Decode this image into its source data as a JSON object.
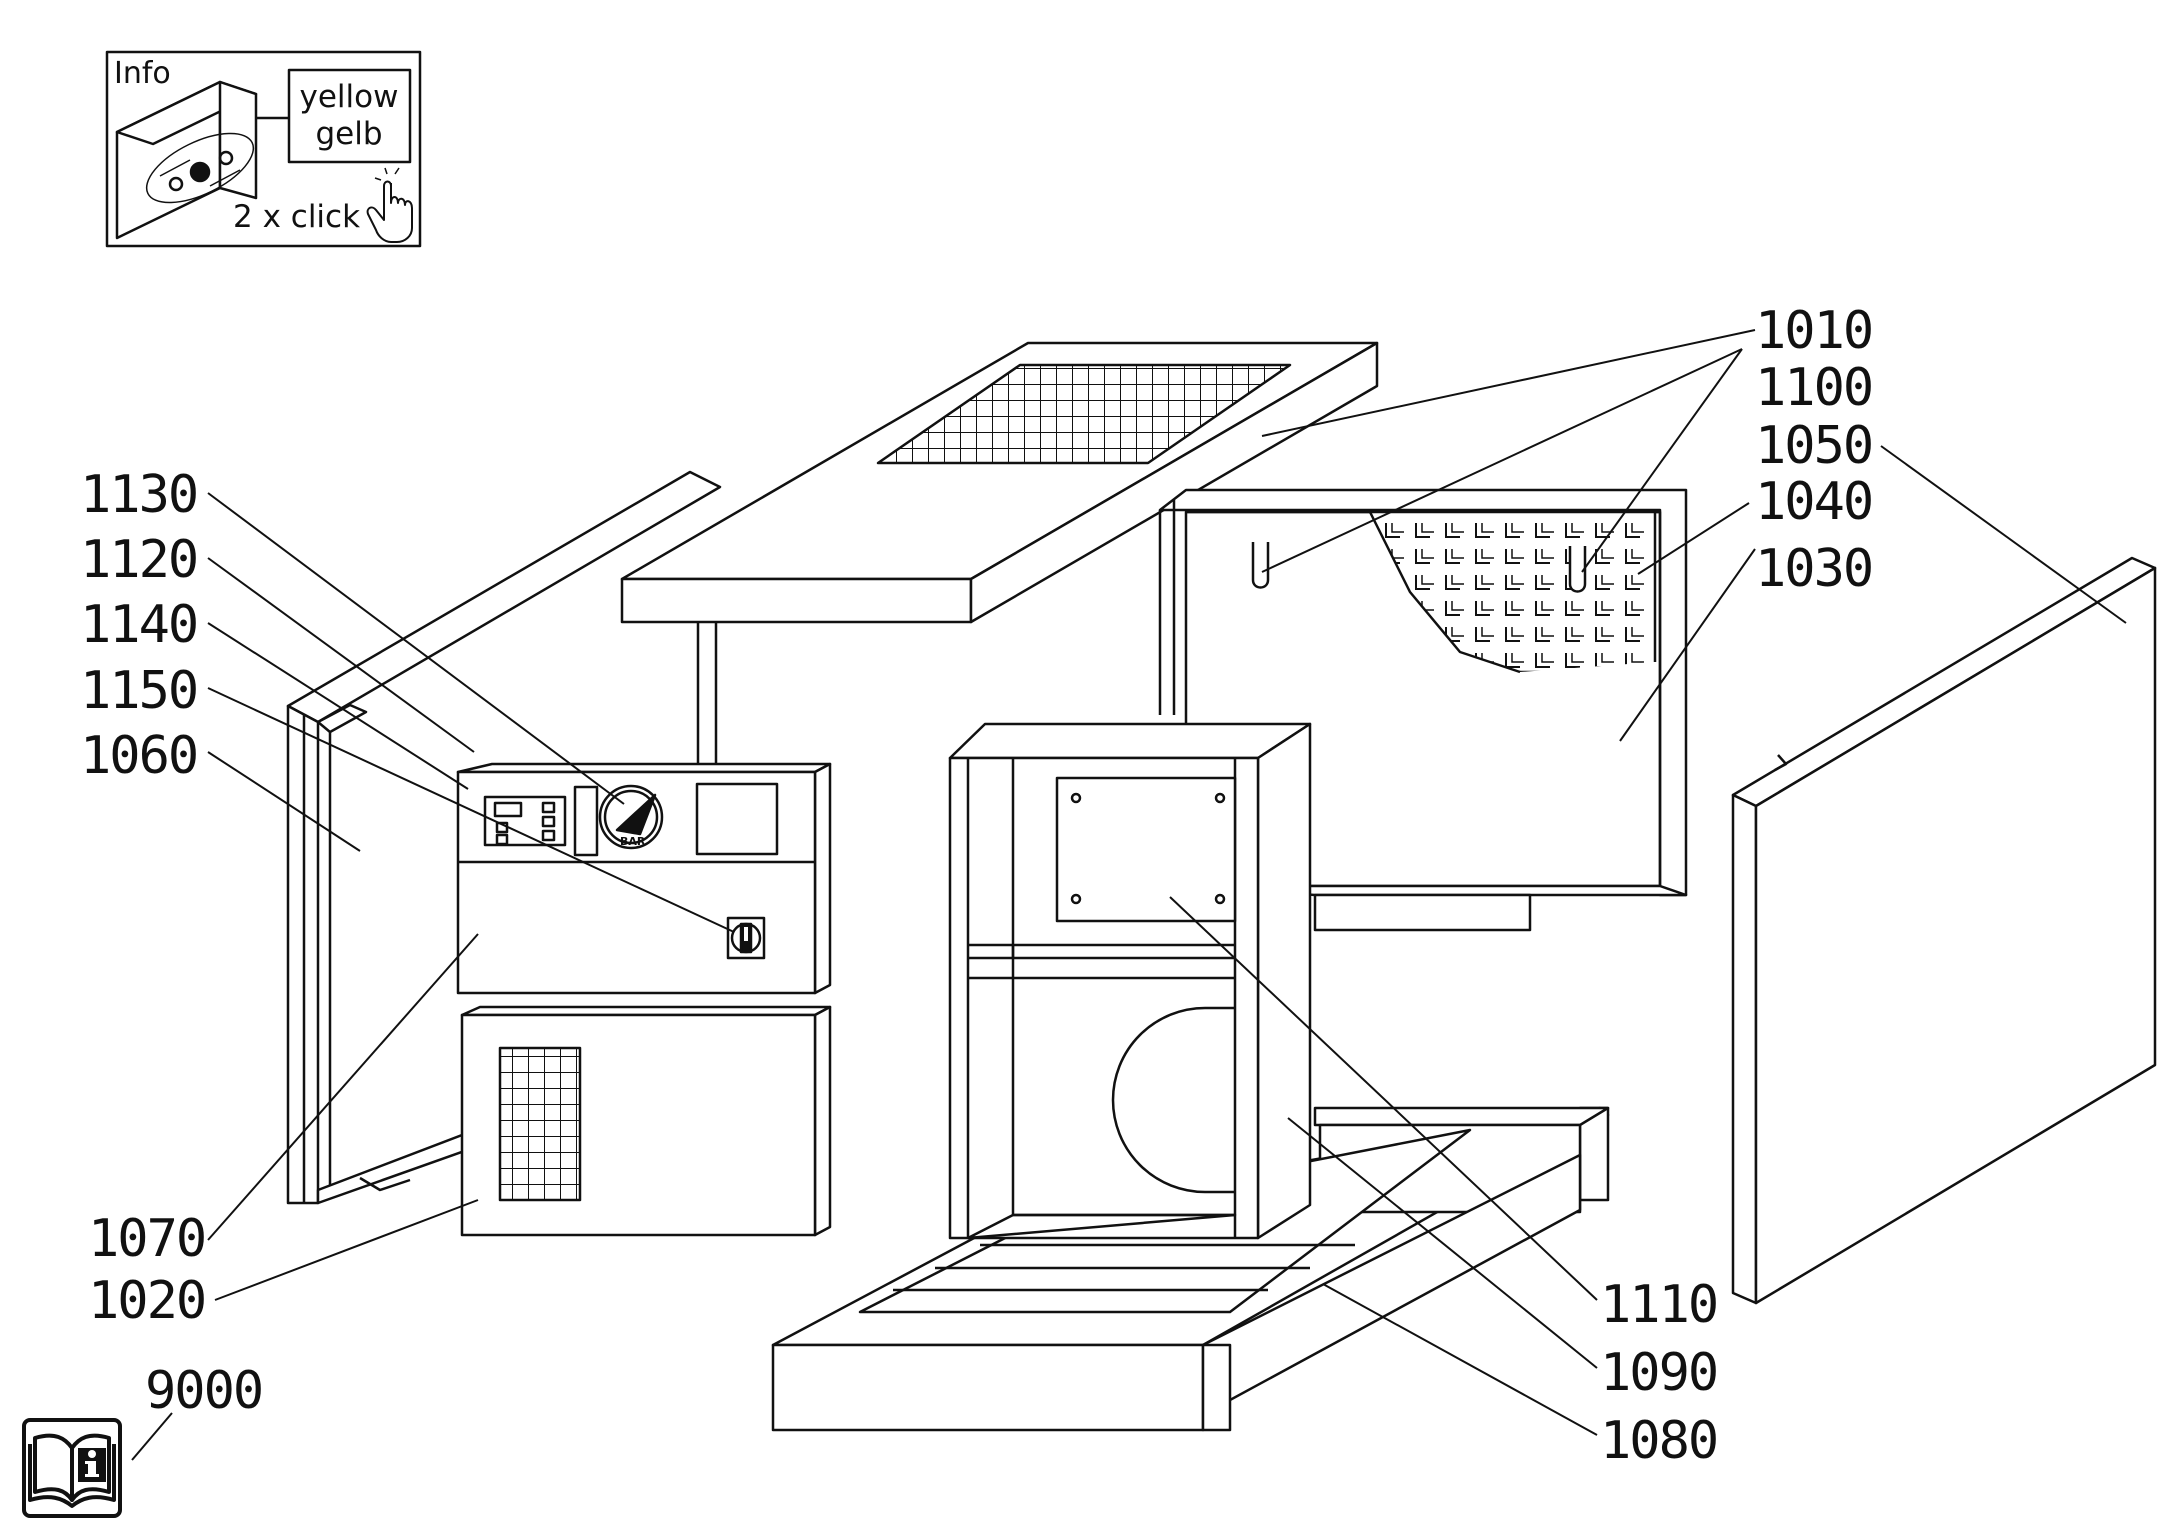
{
  "info_box": {
    "title": "Info",
    "legend_line1": "yellow",
    "legend_line2": "gelb",
    "action": "2 x click"
  },
  "parts": {
    "p1010": "1010",
    "p1100": "1100",
    "p1050": "1050",
    "p1040": "1040",
    "p1030": "1030",
    "p1130": "1130",
    "p1120": "1120",
    "p1140": "1140",
    "p1150": "1150",
    "p1060": "1060",
    "p1070": "1070",
    "p1020": "1020",
    "p1110": "1110",
    "p1090": "1090",
    "p1080": "1080",
    "p9000": "9000"
  },
  "gauge_unit": "BAR",
  "manual_icon": "manual-info-book-icon",
  "colors": {
    "line": "#111111",
    "background": "#ffffff"
  }
}
